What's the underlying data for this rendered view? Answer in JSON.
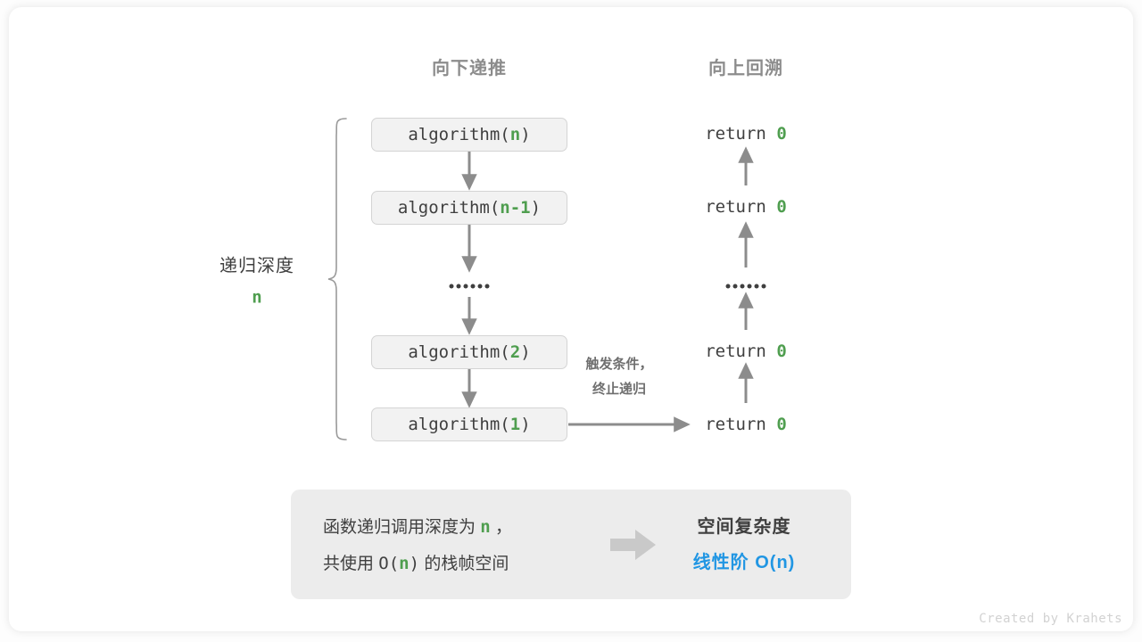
{
  "headers": {
    "left": "向下递推",
    "right": "向上回溯"
  },
  "depth_label": {
    "title": "递归深度",
    "value": "n"
  },
  "call_stack": [
    {
      "prefix": "algorithm(",
      "arg": "n",
      "suffix": ")"
    },
    {
      "prefix": "algorithm(",
      "arg": "n-1",
      "suffix": ")"
    },
    {
      "prefix": "algorithm(",
      "arg": "2",
      "suffix": ")"
    },
    {
      "prefix": "algorithm(",
      "arg": "1",
      "suffix": ")"
    }
  ],
  "returns": [
    {
      "keyword": "return",
      "value": "0"
    },
    {
      "keyword": "return",
      "value": "0"
    },
    {
      "keyword": "return",
      "value": "0"
    },
    {
      "keyword": "return",
      "value": "0"
    }
  ],
  "ellipsis": {
    "dot_count": 6
  },
  "trigger_note": {
    "line1": "触发条件，",
    "line2": "终止递归"
  },
  "summary": {
    "left_line1_a": "函数递归调用深度为 ",
    "left_line1_n": "n",
    "left_line1_b": " ，",
    "left_line2_a": "共使用 ",
    "left_line2_o": "O(",
    "left_line2_n": "n",
    "left_line2_c": ")",
    "left_line2_b": " 的栈帧空间",
    "arrow_icon": "right-block-arrow",
    "right_title": "空间复杂度",
    "right_value": "线性阶 O(n)"
  },
  "credit": "Created by Krahets",
  "colors": {
    "accent_green": "#4f9e4f",
    "accent_blue": "#2196e3",
    "text": "#3f3f3f",
    "muted": "#8c8c8c",
    "box_fill": "#f2f2f2",
    "panel_fill": "#ececec"
  }
}
